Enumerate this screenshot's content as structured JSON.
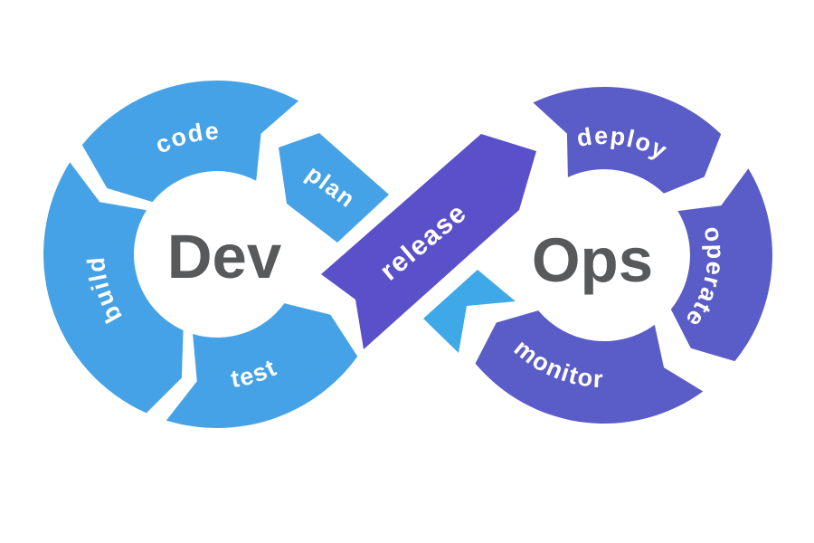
{
  "diagram": {
    "left_loop": {
      "center_label": "Dev",
      "segments": {
        "top": "code",
        "upper_right": "plan",
        "left": "build",
        "bottom": "test"
      }
    },
    "right_loop": {
      "center_label": "Ops",
      "segments": {
        "top": "deploy",
        "right": "operate",
        "bottom": "monitor"
      }
    },
    "cross_arrow": {
      "label": "release"
    }
  },
  "colors": {
    "dev_blue": "#45a2e6",
    "feedback_chevron_blue": "#3fa9e8",
    "ops_purple": "#5a5cc7",
    "release_purple": "#5a50c9",
    "center_text_gray": "#58595b",
    "segment_text_white": "#ffffff",
    "background": "#ffffff"
  }
}
